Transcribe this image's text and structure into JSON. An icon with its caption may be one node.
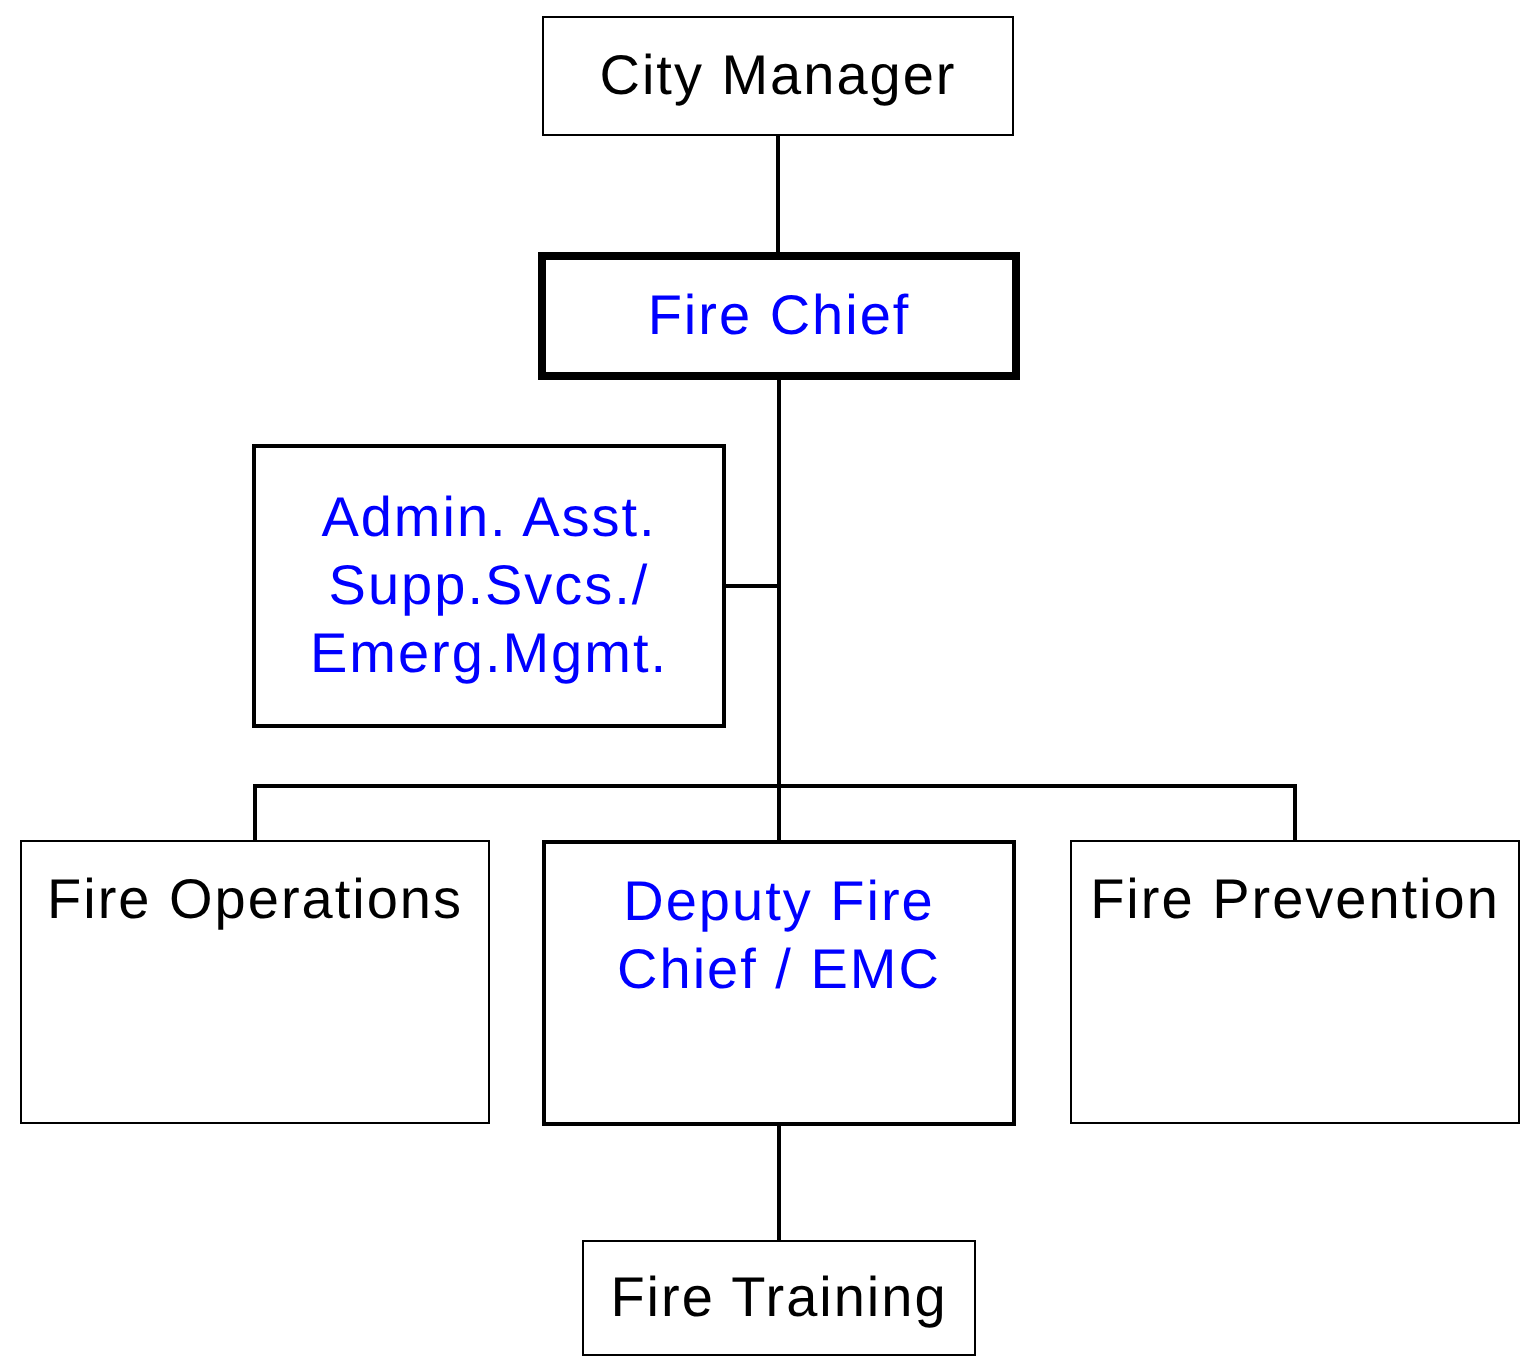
{
  "diagram": {
    "nodes": [
      {
        "text": [
          "City Manager"
        ]
      },
      {
        "text": [
          "Fire Chief"
        ]
      },
      {
        "text": [
          "Admin. Asst. Supp.Svcs./ Emerg.Mgmt."
        ]
      },
      {
        "text": [
          "Fire Operations"
        ]
      },
      {
        "text": [
          "Deputy Fire Chief / EMC"
        ]
      },
      {
        "text": [
          "Fire Prevention"
        ]
      },
      {
        "text": [
          "Fire Training"
        ]
      }
    ],
    "edges": [
      {
        "from": 0,
        "to": 1,
        "arrow": "none"
      },
      {
        "from": 1,
        "to": 2,
        "arrow": "none"
      },
      {
        "from": 1,
        "to": 3,
        "arrow": "none"
      },
      {
        "from": 1,
        "to": 4,
        "arrow": "none"
      },
      {
        "from": 1,
        "to": 5,
        "arrow": "none"
      },
      {
        "from": 4,
        "to": 6,
        "arrow": "none"
      }
    ]
  }
}
